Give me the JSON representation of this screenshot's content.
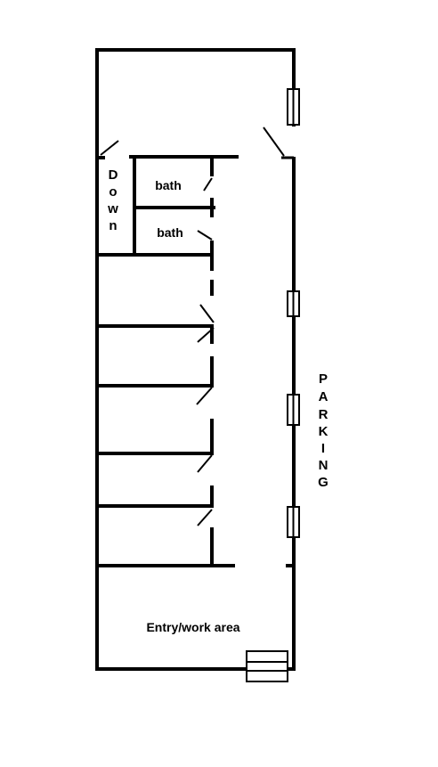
{
  "rooms": {
    "stair_label": "Down",
    "bath_upper": "bath",
    "bath_lower": "bath",
    "entry": "Entry/work area"
  },
  "outside": {
    "parking_label": "PARKING"
  },
  "colors": {
    "line": "#000000",
    "background": "#ffffff"
  }
}
